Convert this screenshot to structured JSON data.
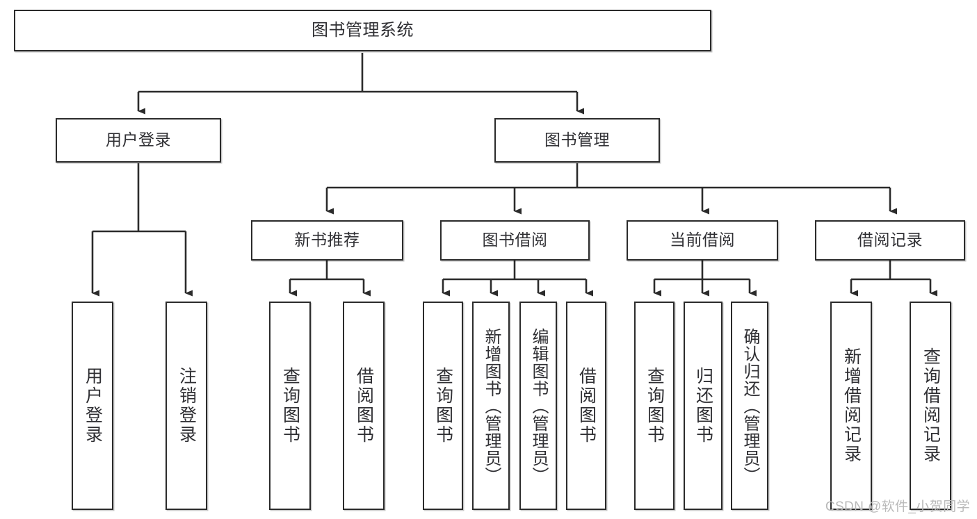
{
  "diagram": {
    "type": "tree",
    "title": "图书管理系统",
    "colors": {
      "box_border": "#2b2b2b",
      "box_fill": "#ffffff",
      "connector": "#2b2b2b",
      "text": "#2f2f33",
      "watermark": "#b9b9b9",
      "background": "#ffffff"
    },
    "nodes": {
      "root": {
        "label": "图书管理系统"
      },
      "level2": [
        {
          "id": "user-login",
          "label": "用户登录"
        },
        {
          "id": "book-management",
          "label": "图书管理"
        }
      ],
      "level3": [
        {
          "id": "new-book-recommend",
          "label": "新书推荐"
        },
        {
          "id": "book-borrow",
          "label": "图书借阅"
        },
        {
          "id": "current-borrow",
          "label": "当前借阅"
        },
        {
          "id": "borrow-record",
          "label": "借阅记录"
        }
      ],
      "leaves": {
        "user-login": [
          {
            "id": "leaf-user-login",
            "label": "用户登录"
          },
          {
            "id": "leaf-user-logout",
            "label": "注销登录"
          }
        ],
        "new-book-recommend": [
          {
            "id": "leaf-query-book-1",
            "label": "查询图书"
          },
          {
            "id": "leaf-borrow-book-1",
            "label": "借阅图书"
          }
        ],
        "book-borrow": [
          {
            "id": "leaf-query-book-2",
            "label": "查询图书"
          },
          {
            "id": "leaf-add-book",
            "label": "新增图书（管理员）"
          },
          {
            "id": "leaf-edit-book",
            "label": "编辑图书（管理员）"
          },
          {
            "id": "leaf-borrow-book-2",
            "label": "借阅图书"
          }
        ],
        "current-borrow": [
          {
            "id": "leaf-query-book-3",
            "label": "查询图书"
          },
          {
            "id": "leaf-return-book",
            "label": "归还图书"
          },
          {
            "id": "leaf-confirm-return",
            "label": "确认归还（管理员）"
          }
        ],
        "borrow-record": [
          {
            "id": "leaf-add-record",
            "label": "新增借阅记录"
          },
          {
            "id": "leaf-query-record",
            "label": "查询借阅记录"
          }
        ]
      }
    },
    "watermark": "CSDN @软件_小贺同学"
  }
}
